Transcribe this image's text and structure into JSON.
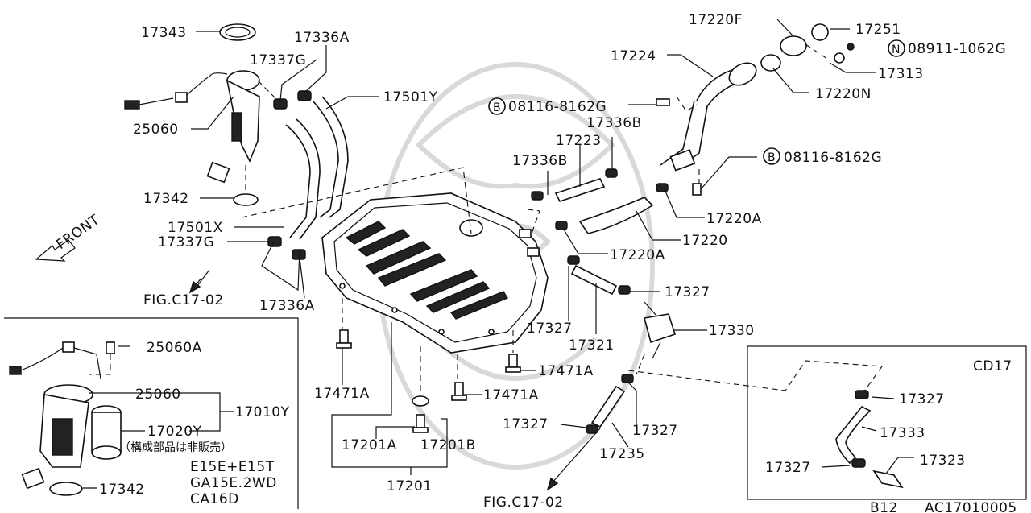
{
  "labels": {
    "p17343": "17343",
    "p17336a_top": "17336A",
    "p17337g_top": "17337G",
    "p17501y": "17501Y",
    "p25060_main": "25060",
    "p17342_main": "17342",
    "p17501x": "17501X",
    "p17337g_bot": "17337G",
    "fig_c17_02_left": "FIG.C17-02",
    "p17336a_bot": "17336A",
    "front": "FRONT",
    "p17220f": "17220F",
    "p17251": "17251",
    "p08911": "08911-1062G",
    "p17224": "17224",
    "p17313": "17313",
    "p17220n": "17220N",
    "p08116_top": "08116-8162G",
    "p17336b_r": "17336B",
    "p17223": "17223",
    "p17336b_l": "17336B",
    "p08116_bot": "08116-8162G",
    "p17220a_r": "17220A",
    "p17220": "17220",
    "p17220a_c": "17220A",
    "p17327_a": "17327",
    "p17330": "17330",
    "p17327_b": "17327",
    "p17321": "17321",
    "p17471a_1": "17471A",
    "p17471a_2": "17471A",
    "p17471a_3": "17471A",
    "p17201a": "17201A",
    "p17201b": "17201B",
    "p17201": "17201",
    "p17327_c": "17327",
    "p17327_d": "17327",
    "p17235": "17235",
    "fig_c17_02_bottom": "FIG.C17-02",
    "p25060a": "25060A",
    "p25060_inset": "25060",
    "p17010y": "17010Y",
    "p17020y": "17020Y",
    "not_sold": "（構成部品は非販売）",
    "engine_1": "E15E+E15T",
    "engine_2": "GA15E.2WD",
    "engine_3": "CA16D",
    "p17342_inset": "17342",
    "cd17": "CD17",
    "p17327_e": "17327",
    "p17333": "17333",
    "p17327_f": "17327",
    "p17323": "17323",
    "b12": "B12",
    "diagram_code": "AC17010005",
    "badge_n": "N",
    "badge_b1": "B",
    "badge_b2": "B"
  }
}
